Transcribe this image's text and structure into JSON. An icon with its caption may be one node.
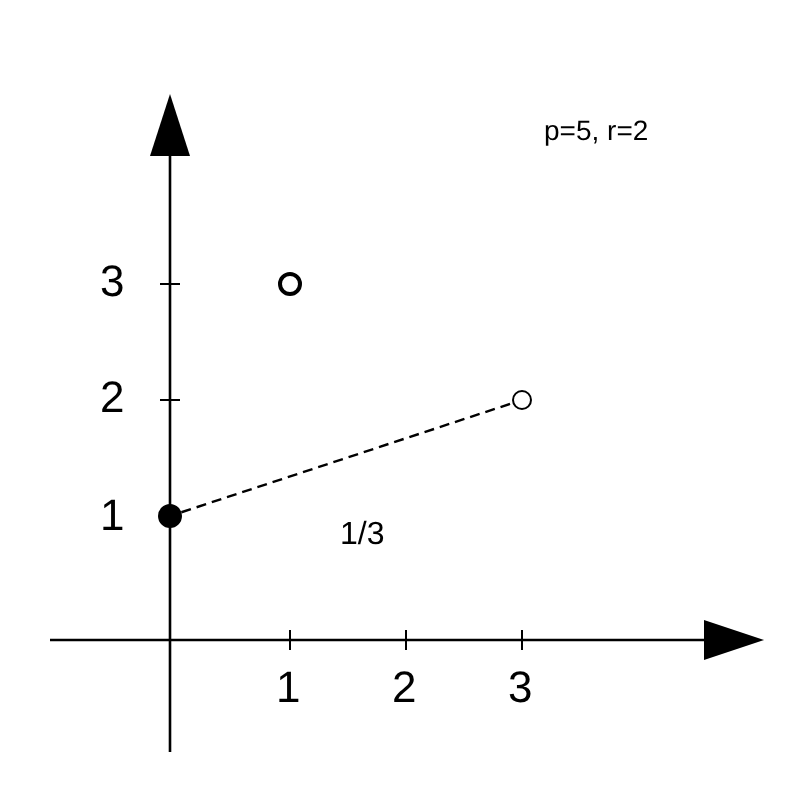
{
  "diagram": {
    "nodes": [
      {
        "text": [],
        "shape": "circle"
      },
      {
        "text": [],
        "shape": "circle"
      },
      {
        "text": [],
        "shape": "circle"
      }
    ],
    "edges": [
      {
        "from": 2,
        "to": 1,
        "arrow": "none",
        "style": "dashed",
        "label": "1/3"
      }
    ],
    "labels": [
      "p=5, r=2",
      "3",
      "2",
      "1",
      "1",
      "2",
      "3"
    ]
  }
}
